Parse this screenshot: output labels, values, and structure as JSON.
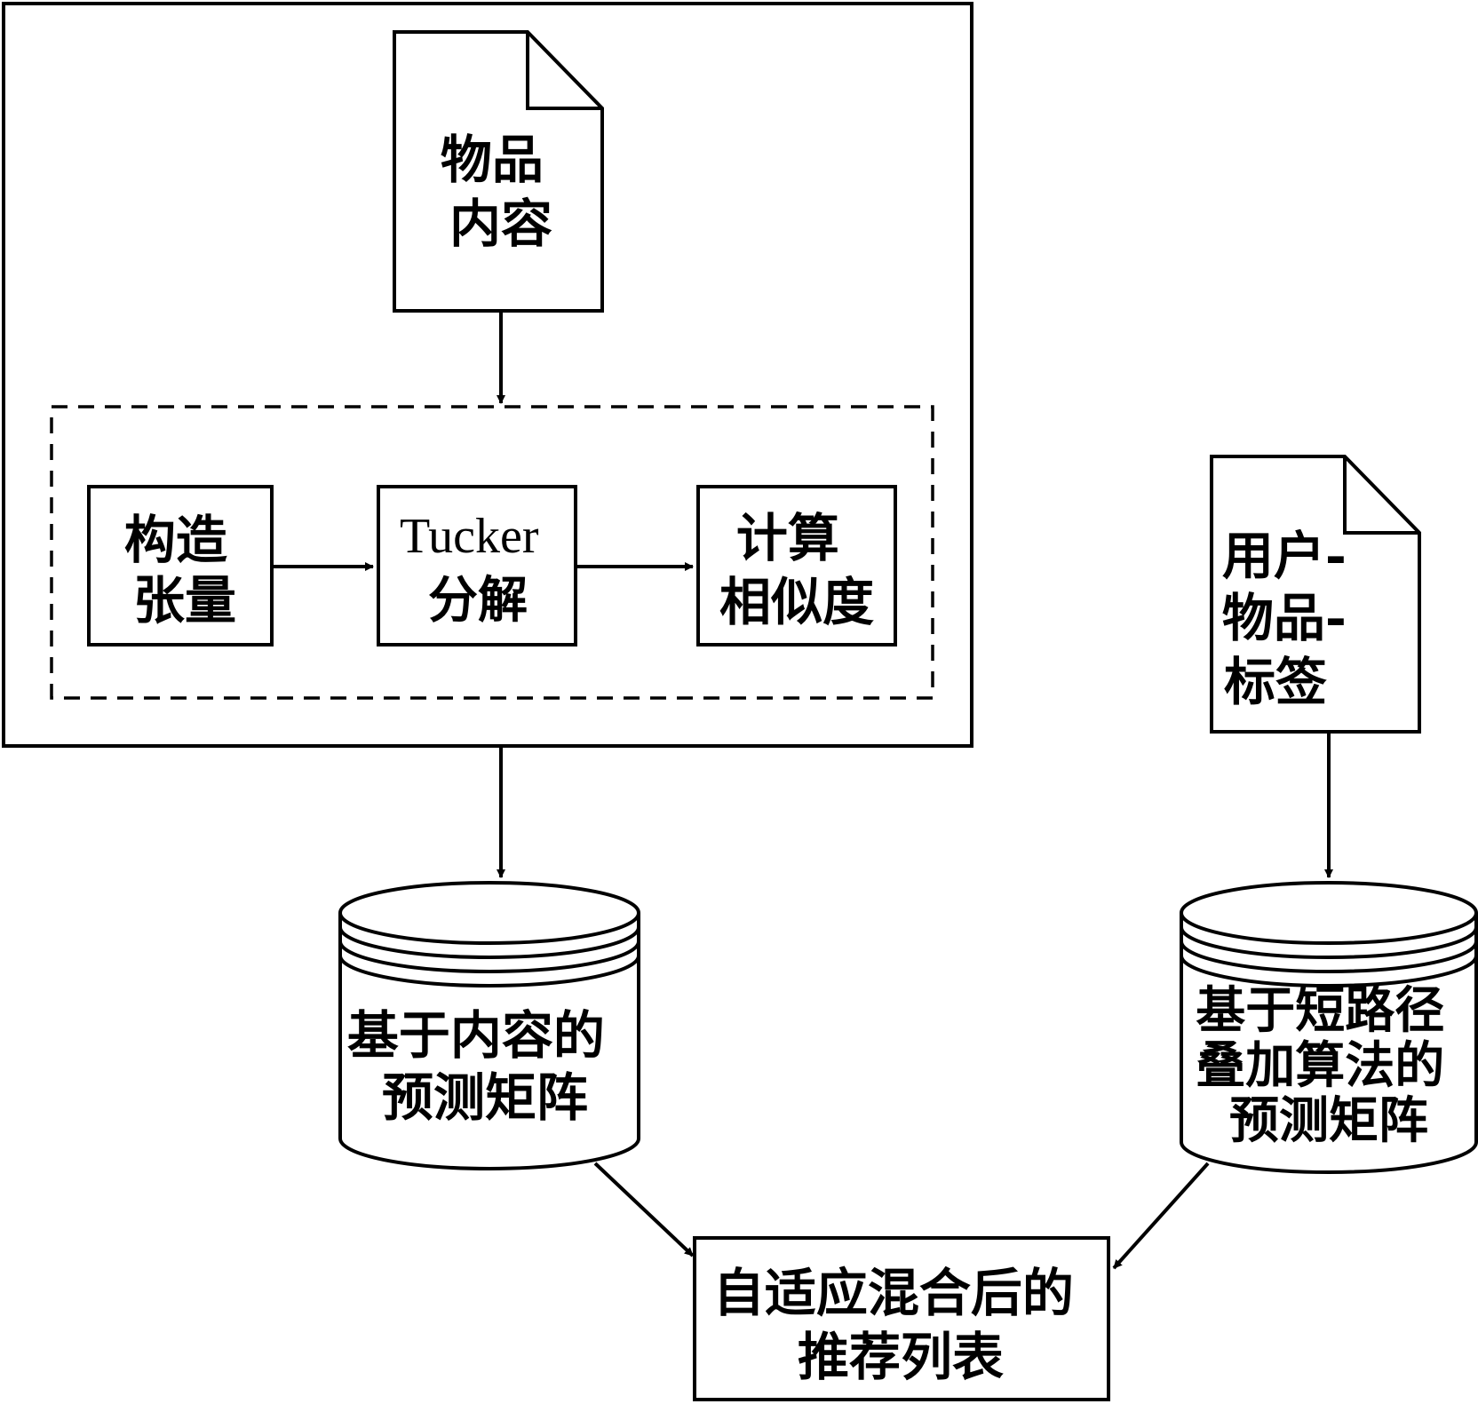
{
  "nodes": {
    "item_content": {
      "lines": [
        "物品",
        "内容"
      ]
    },
    "build_tensor": {
      "lines": [
        "构造",
        "张量"
      ]
    },
    "tucker": {
      "lines": [
        "Tucker",
        "分解"
      ]
    },
    "similarity": {
      "lines": [
        "计算",
        "相似度"
      ]
    },
    "user_item_tag": {
      "lines": [
        "用户-",
        "物品-",
        "标签"
      ]
    },
    "content_matrix": {
      "lines": [
        "基于内容的",
        "预测矩阵"
      ]
    },
    "path_matrix": {
      "lines": [
        "基于短路径",
        "叠加算法的",
        "预测矩阵"
      ]
    },
    "result": {
      "lines": [
        "自适应混合后的",
        "推荐列表"
      ]
    }
  },
  "colors": {
    "stroke": "#000000",
    "fill": "#ffffff"
  }
}
